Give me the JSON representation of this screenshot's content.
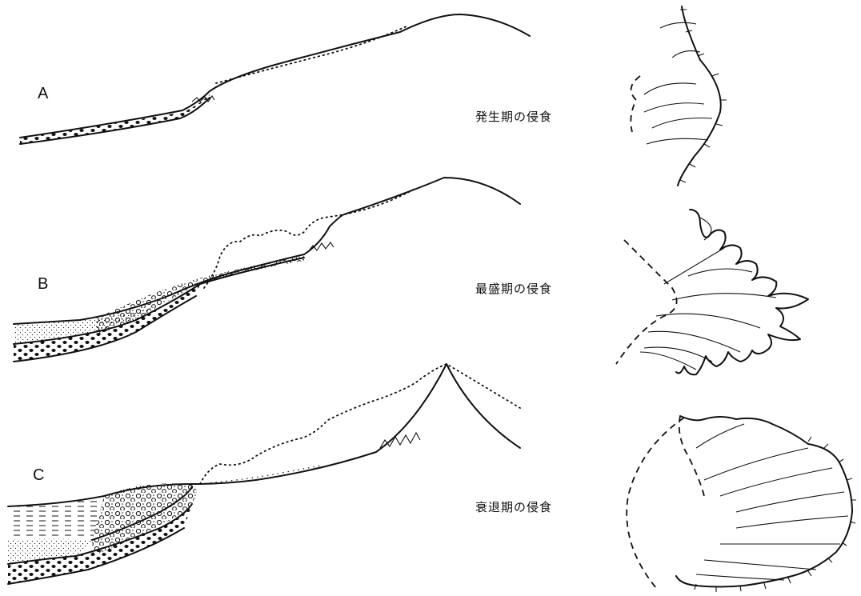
{
  "stages": [
    {
      "letter": "A",
      "caption": "発生期の侵食"
    },
    {
      "letter": "B",
      "caption": "最盛期の侵食"
    },
    {
      "letter": "C",
      "caption": "衰退期の侵食"
    }
  ]
}
